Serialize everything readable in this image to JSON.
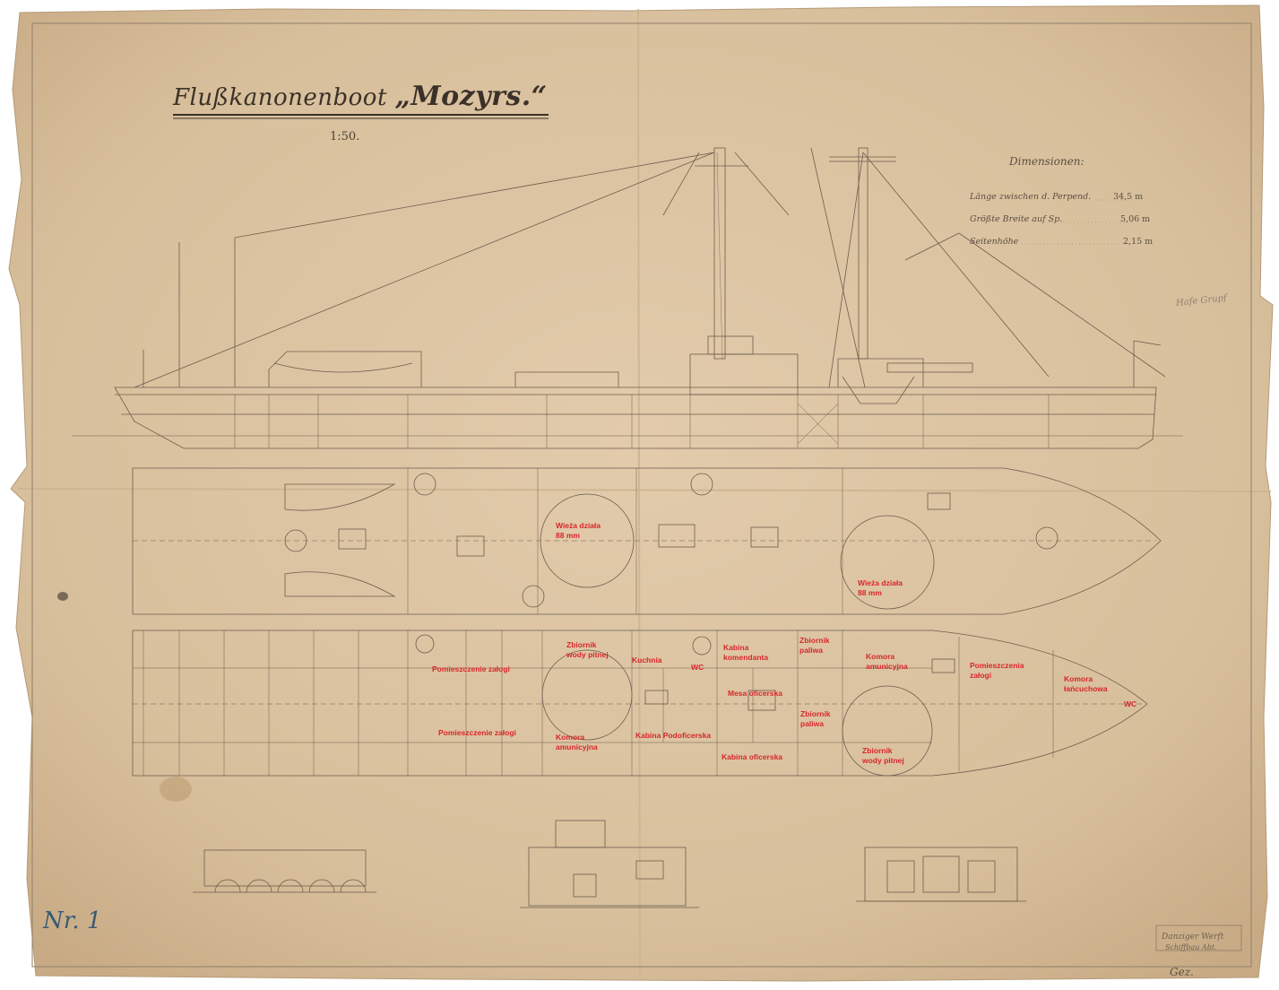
{
  "drawing": {
    "title_prefix": "Flußkanonenboot",
    "title_name": "„Mozyrs.“",
    "scale": "1:50.",
    "dimensions": {
      "heading": "Dimensionen:",
      "rows": [
        {
          "label": "Länge zwischen d. Perpend.",
          "value": "34,5 m"
        },
        {
          "label": "Größte Breite auf Sp.",
          "value": "5,06 m"
        },
        {
          "label": "Seitenhöhe",
          "value": "2,15 m"
        }
      ]
    },
    "side_note": "Hafe Grupf",
    "signature_left": "Nr. 1",
    "stamp_lines": [
      "Danziger Werft",
      "Schiffbau Abt."
    ],
    "stamp_sign": "Gez."
  },
  "labels": {
    "turret_1": [
      "Wieża działa",
      "88 mm"
    ],
    "turret_2": [
      "Wieża działa",
      "88 mm"
    ],
    "crew_room_1": "Pomieszczenie załogi",
    "crew_room_2": "Pomieszczenie załogi",
    "water_tank_1": [
      "Zbiornik",
      "wody pitnej"
    ],
    "galley": "Kuchnia",
    "wc_1": "WC",
    "commander_cabin": [
      "Kabina",
      "komendanta"
    ],
    "fuel_tank_1": [
      "Zbiornik",
      "paliwa"
    ],
    "ammo_room_1": [
      "Komora",
      "amunicyjna"
    ],
    "crew_rooms_bow": [
      "Pomieszczenia",
      "załogi"
    ],
    "chain_locker": [
      "Komora",
      "łańcuchowa"
    ],
    "wc_2": "WC",
    "officers_mess": "Mesa oficerska",
    "fuel_tank_2": [
      "Zbiornik",
      "paliwa"
    ],
    "ammo_room_2": [
      "Komora",
      "amunicyjna"
    ],
    "nco_cabin": "Kabina Podoficerska",
    "officer_cabin": "Kabina oficerska",
    "water_tank_2": [
      "Zbiornik",
      "wody pitnej"
    ]
  },
  "colors": {
    "paper": "#dcc4a2",
    "paper_dark": "#c9ae8a",
    "ink": "#6b5d4d",
    "label_red": "#d8262b"
  }
}
